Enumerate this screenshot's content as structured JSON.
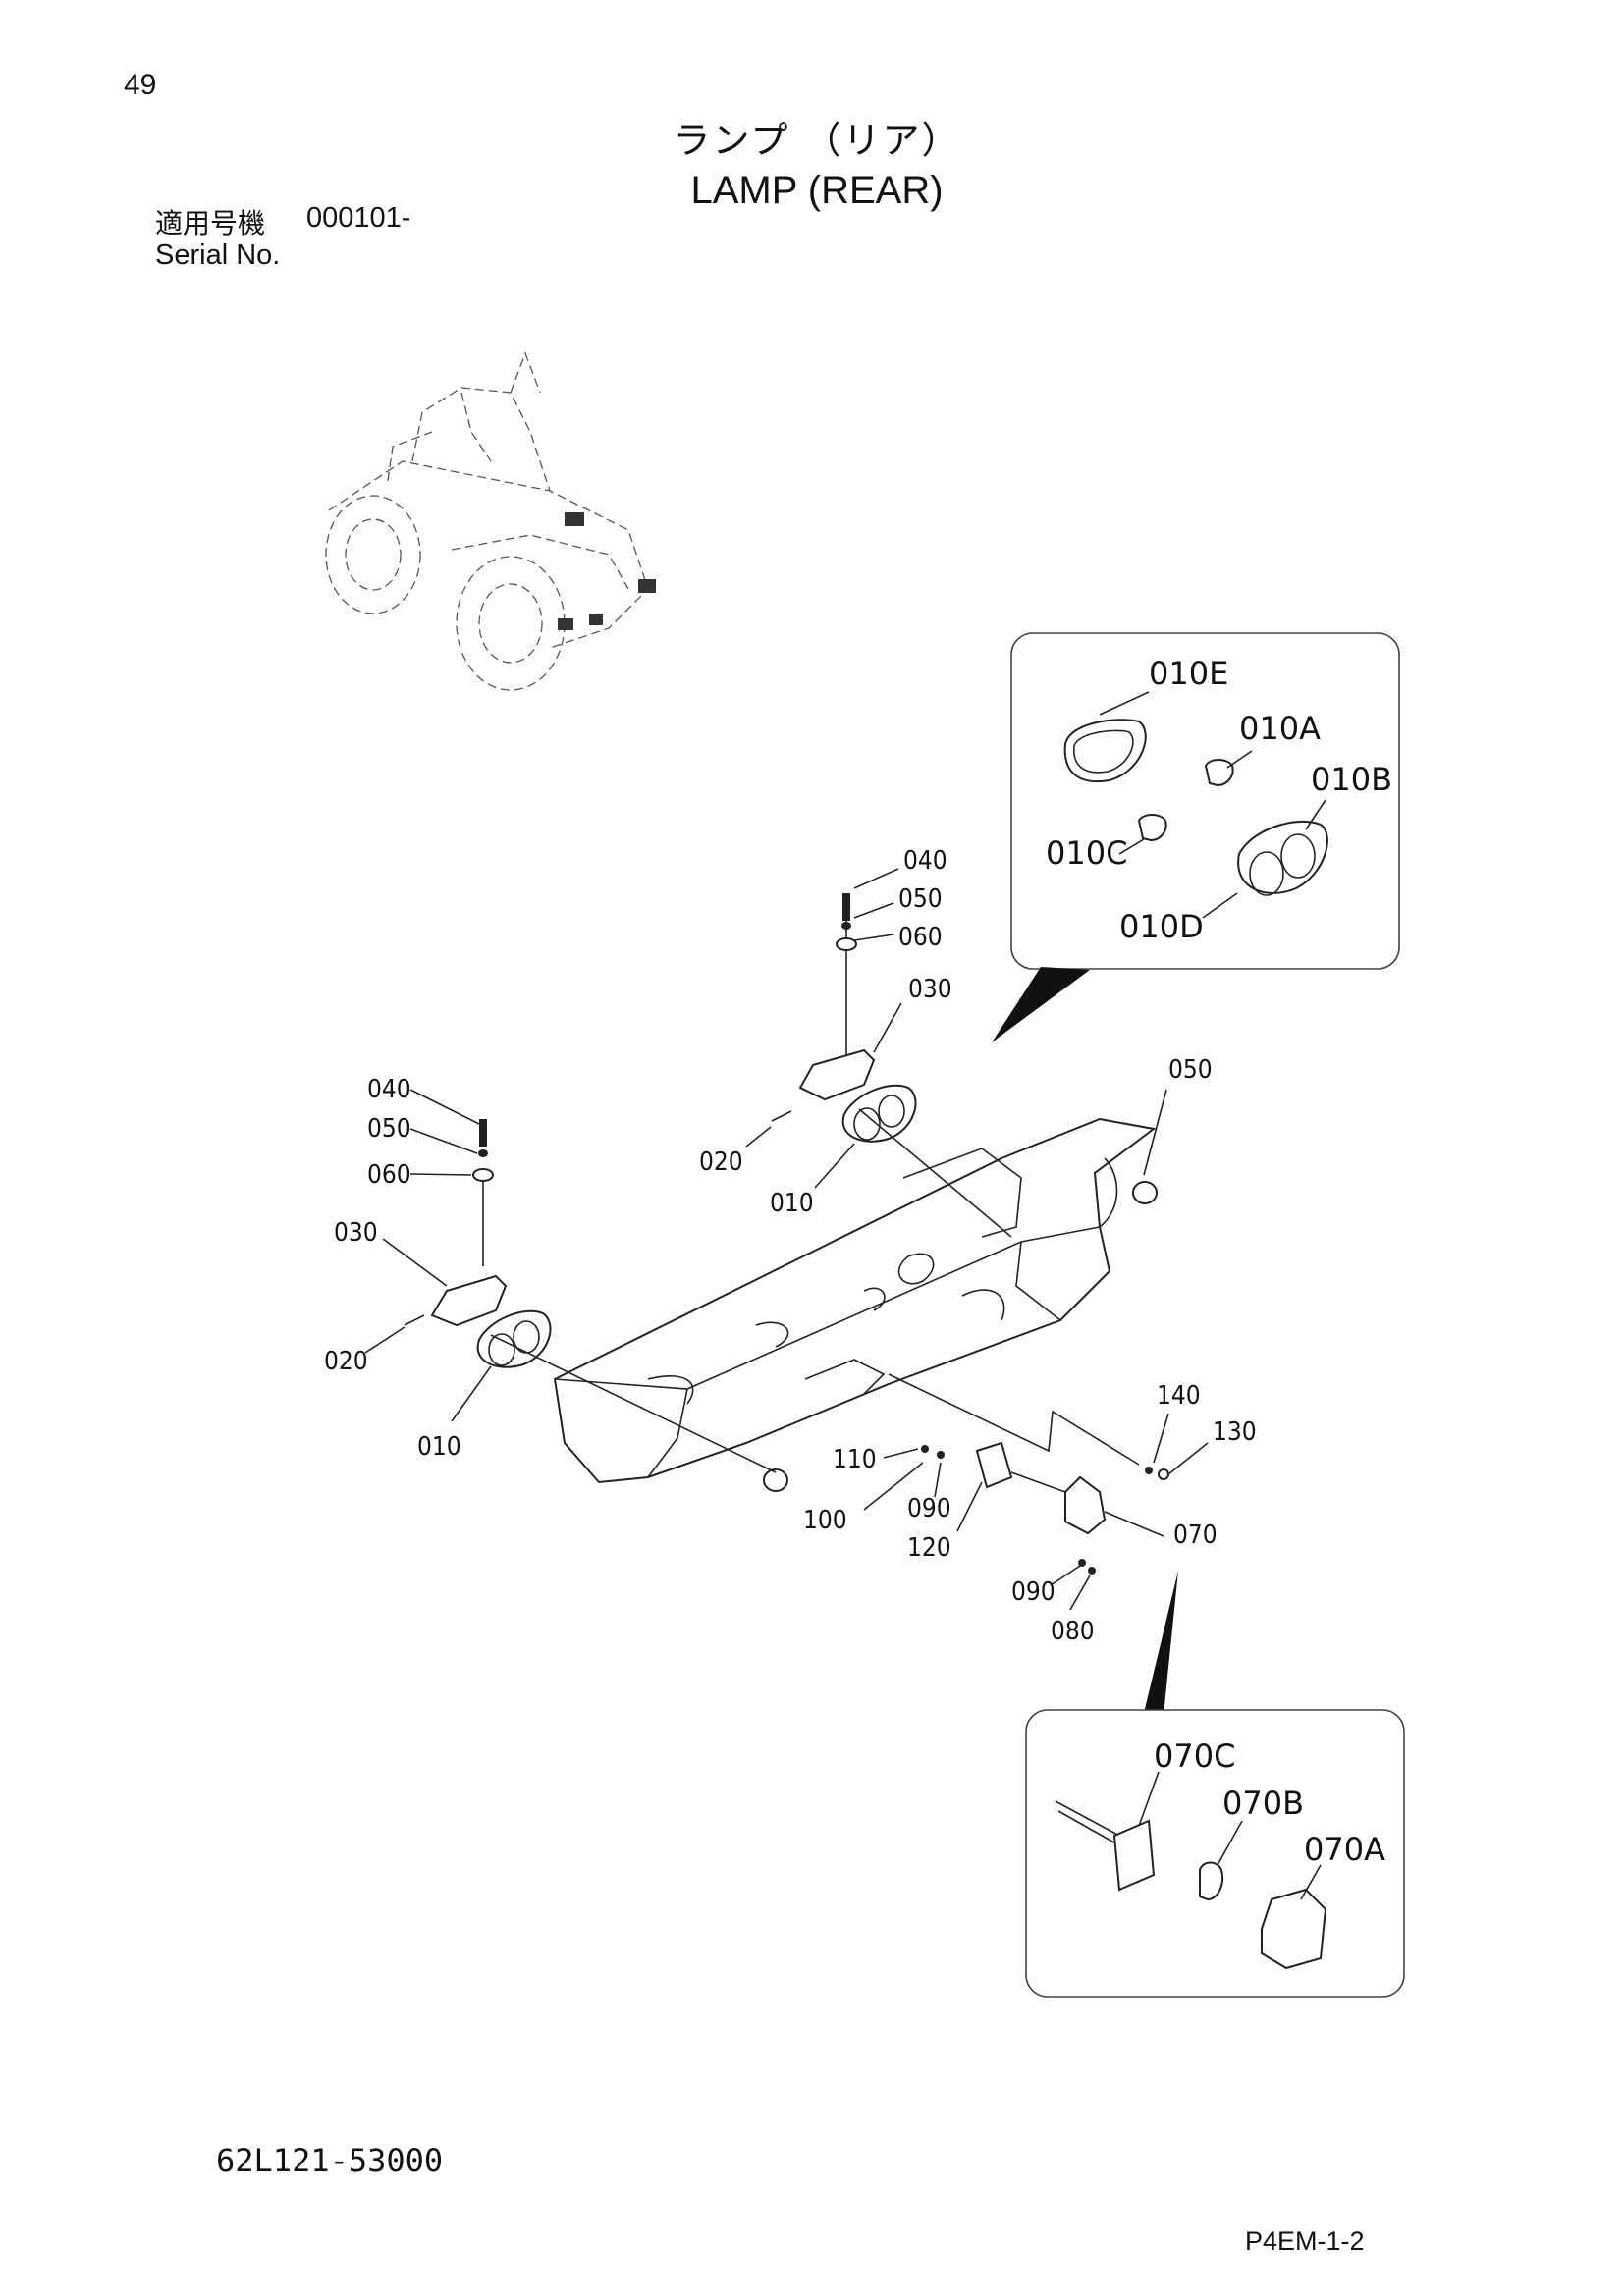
{
  "page": {
    "number": "49",
    "title_ja": "ランプ （リア）",
    "title_en": "LAMP (REAR)",
    "serial_label_ja": "適用号機",
    "serial_value": "000101-",
    "serial_label_en": "Serial No.",
    "drawing_code": "62L121-53000",
    "page_code": "P4EM-1-2"
  },
  "labels": {
    "p010E": "010E",
    "p010A": "010A",
    "p010B": "010B",
    "p010C": "010C",
    "p010D": "010D",
    "right_040": "040",
    "right_050": "050",
    "right_060": "060",
    "right_030": "030",
    "right_020": "020",
    "right_010": "010",
    "left_040": "040",
    "left_050": "050",
    "left_060": "060",
    "left_030": "030",
    "left_020": "020",
    "left_010": "010",
    "far_050": "050",
    "p140": "140",
    "p130": "130",
    "p110": "110",
    "p100": "100",
    "p090a": "090",
    "p120": "120",
    "p070": "070",
    "p090b": "090",
    "p080": "080",
    "p070C": "070C",
    "p070B": "070B",
    "p070A": "070A"
  }
}
